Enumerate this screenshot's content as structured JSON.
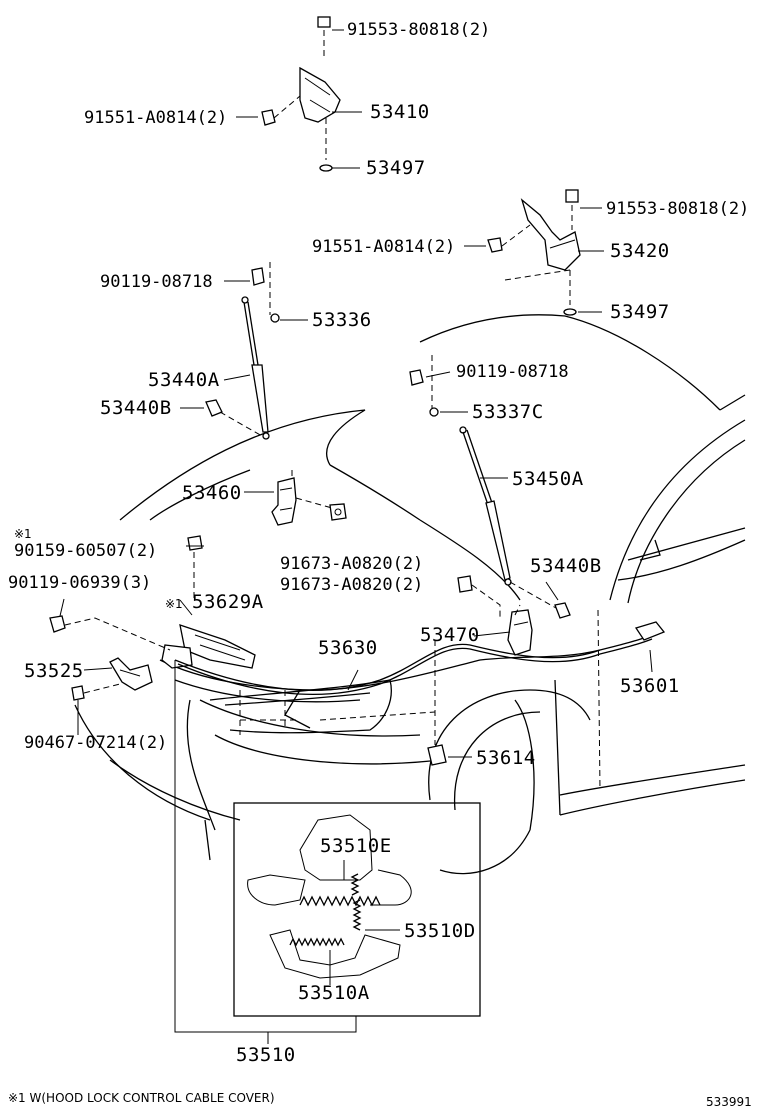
{
  "diagram": {
    "part_labels": {
      "p91553_top": "91553-80818(2)",
      "p91551_top": "91551-A0814(2)",
      "p53410": "53410",
      "p53497_top": "53497",
      "p91553_right": "91553-80818(2)",
      "p91551_right": "91551-A0814(2)",
      "p53420": "53420",
      "p90119_left": "90119-08718",
      "p53497_right": "53497",
      "p53336": "53336",
      "p53440A": "53440A",
      "p53440B_left": "53440B",
      "p90119_right": "90119-08718",
      "p53337C": "53337C",
      "p53450A": "53450A",
      "p53460": "53460",
      "note_mark_1": "※1",
      "p90159": "90159-60507(2)",
      "p91673_a": "91673-A0820(2)",
      "p91673_b": "91673-A0820(2)",
      "p53440B_right": "53440B",
      "p90119_06939": "90119-06939(3)",
      "note_mark_2": "※1",
      "p53629A": "53629A",
      "p53470": "53470",
      "p53630": "53630",
      "p53525": "53525",
      "p53601": "53601",
      "p90467": "90467-07214(2)",
      "p53614": "53614",
      "p53510E": "53510E",
      "p53510D": "53510D",
      "p53510A": "53510A",
      "p53510": "53510"
    },
    "footnote": "※1 W(HOOD LOCK CONTROL CABLE COVER)",
    "diagram_code": "533991"
  }
}
